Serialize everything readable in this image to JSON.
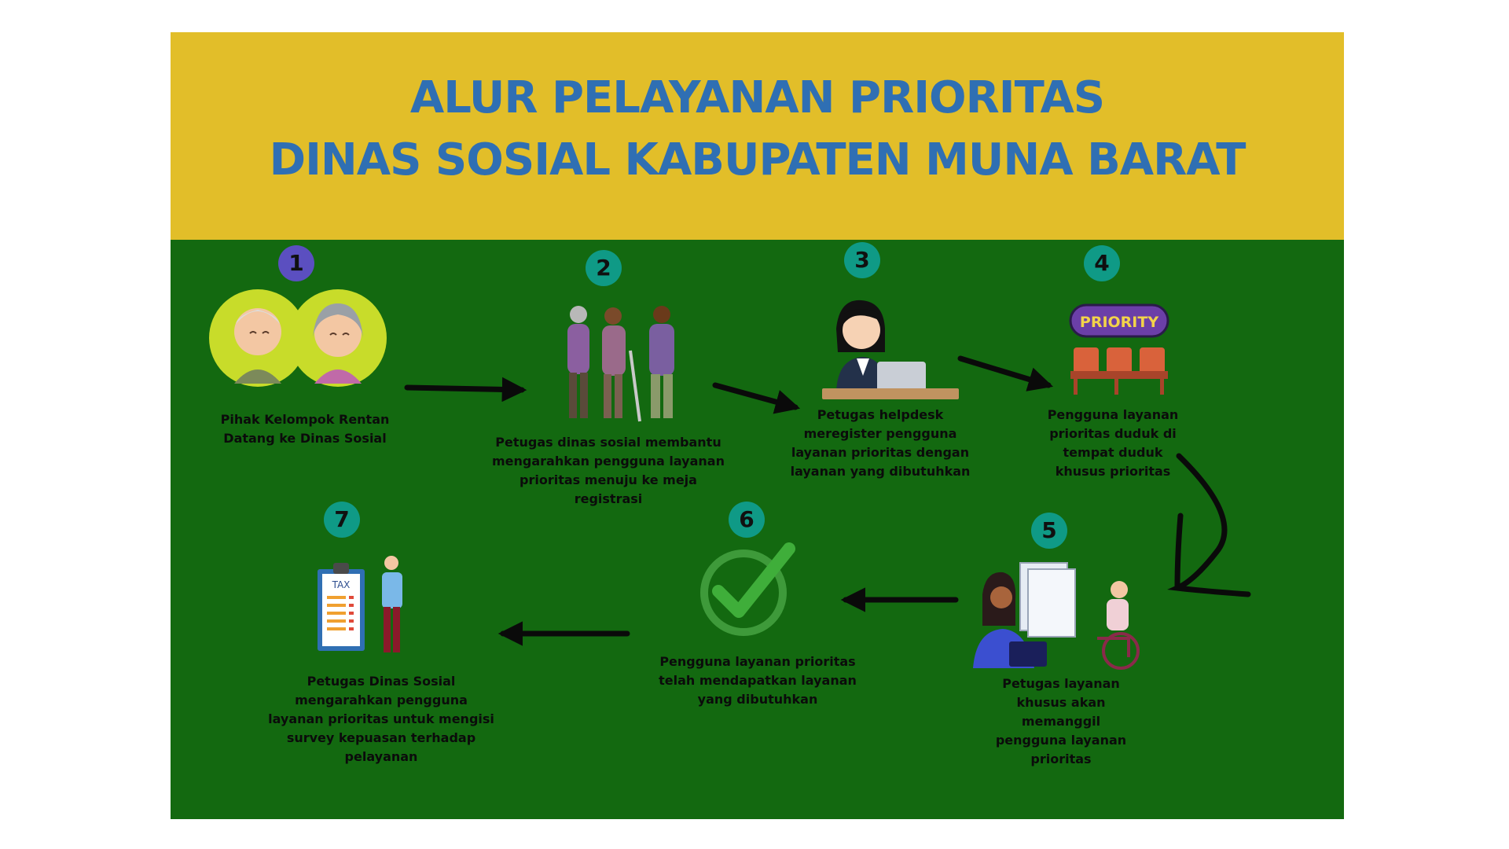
{
  "header": {
    "title_line1": "ALUR PELAYANAN PRIORITAS",
    "title_line2": "DINAS SOSIAL KABUPATEN MUNA BARAT"
  },
  "colors": {
    "header_bg": "#e2be29",
    "title": "#2f6fb3",
    "panel_bg": "#136910",
    "badge_purple": "#5b4fc0",
    "badge_teal": "#0f9a86",
    "arrow": "#0a0a0a"
  },
  "steps": [
    {
      "number": "1",
      "icon": "elderly-couple-icon",
      "caption": [
        "Pihak Kelompok Rentan",
        "Datang ke Dinas Sosial"
      ]
    },
    {
      "number": "2",
      "icon": "people-assisting-icon",
      "caption": [
        "Petugas dinas sosial membantu",
        "mengarahkan pengguna layanan",
        "prioritas menuju ke meja",
        "registrasi"
      ]
    },
    {
      "number": "3",
      "icon": "helpdesk-officer-icon",
      "caption": [
        "Petugas helpdesk",
        "meregister pengguna",
        "layanan prioritas dengan",
        "layanan yang dibutuhkan"
      ]
    },
    {
      "number": "4",
      "icon": "priority-seats-icon",
      "sign_text": "PRIORITY",
      "caption": [
        "Pengguna layanan",
        "prioritas duduk di",
        "tempat duduk",
        "khusus prioritas"
      ]
    },
    {
      "number": "5",
      "icon": "officer-calling-icon",
      "caption": [
        "Petugas layanan",
        "khusus akan",
        "memanggil",
        "pengguna layanan",
        "prioritas"
      ]
    },
    {
      "number": "6",
      "icon": "checkmark-icon",
      "caption": [
        "Pengguna layanan prioritas",
        "telah mendapatkan layanan",
        "yang dibutuhkan"
      ]
    },
    {
      "number": "7",
      "icon": "survey-clipboard-icon",
      "sign_text": "TAX",
      "caption": [
        "Petugas Dinas Sosial",
        "mengarahkan pengguna",
        "layanan prioritas untuk mengisi",
        "survey kepuasan terhadap",
        "pelayanan"
      ]
    }
  ]
}
